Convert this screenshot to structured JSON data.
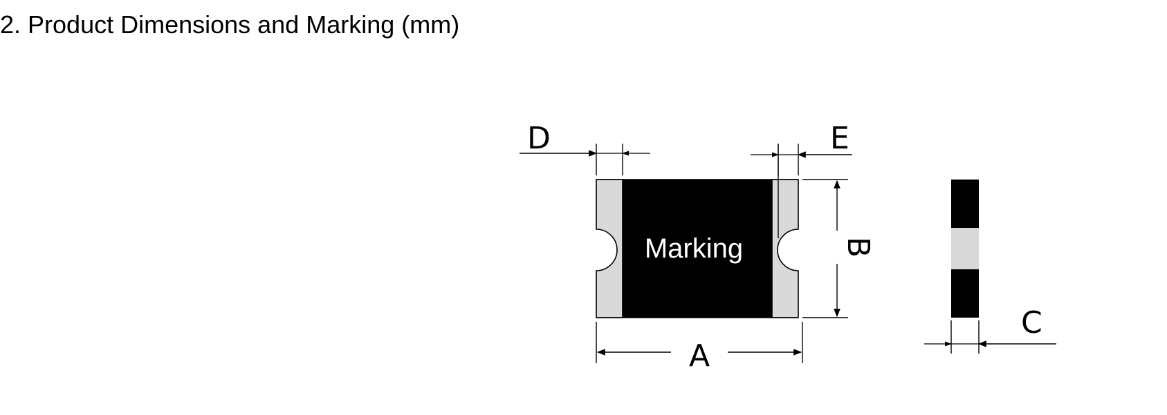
{
  "section": {
    "title": "2. Product Dimensions and Marking (mm)"
  },
  "diagram": {
    "body_label": "Marking",
    "dimensions": {
      "A": "A",
      "B": "B",
      "C": "C",
      "D": "D",
      "E": "E"
    },
    "colors": {
      "body": "#000000",
      "terminal": "#d9d9d9",
      "outline": "#000000",
      "label": "#ffffff"
    }
  }
}
